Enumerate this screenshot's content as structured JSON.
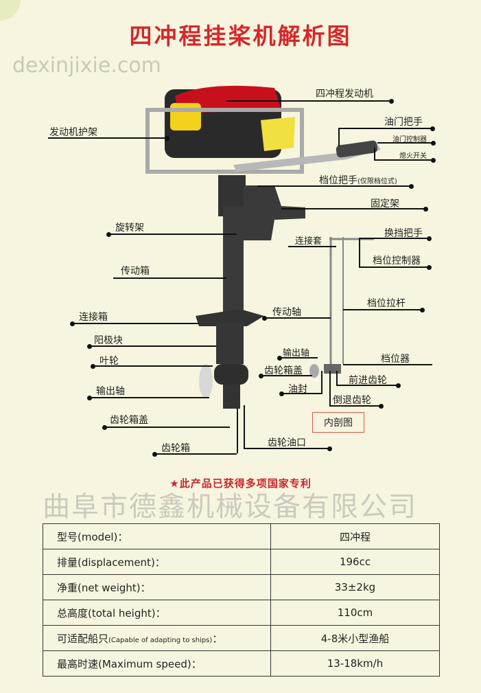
{
  "title": "四冲程挂桨机解析图",
  "labels": {
    "engine": "四冲程发动机",
    "guard": "发动机护架",
    "throttle_handle": "油门把手",
    "throttle_ctrl": "油门控制器",
    "kill_switch": "熄火开关",
    "gear_handle": "档位把手",
    "gear_handle_note": "(仅限档位式)",
    "mount": "固定架",
    "swivel": "旋转架",
    "shift_handle": "换挡把手",
    "coupling_sleeve": "连接套",
    "gear_controller": "档位控制器",
    "drive_box": "传动箱",
    "gear_rod": "档位拉杆",
    "drive_shaft": "传动轴",
    "connect_box": "连接箱",
    "anode": "阳极块",
    "output_shaft_r": "输出轴",
    "gear_shifter": "档位器",
    "propeller": "叶轮",
    "gearbox_cover_r": "齿轮箱盖",
    "forward_gear": "前进齿轮",
    "oil_seal": "油封",
    "output_shaft_l": "输出轴",
    "reverse_gear": "倒退齿轮",
    "cutaway": "内剖图",
    "gearbox_cover_l": "齿轮箱盖",
    "gear_oil_port": "齿轮油口",
    "gearbox": "齿轮箱"
  },
  "watermark": "曲阜市德鑫机械设备有限公司",
  "watermark_url": "dexinjixie.com",
  "patent": "★此产品已获得多项国家专利",
  "specs": [
    {
      "label": "型号(model)：",
      "value": "四冲程"
    },
    {
      "label": "排量(displacement)：",
      "value": "196cc"
    },
    {
      "label": "净重(net weight)：",
      "value": "33±2kg"
    },
    {
      "label": "总高度(total height)：",
      "value": "110cm"
    },
    {
      "label": "可适配船只",
      "label_en": "(Capable of adapting to ships)",
      "label_end": "：",
      "value": "4-8米小型渔船"
    },
    {
      "label": "最高时速(Maximum speed)：",
      "value": "13-18km/h"
    }
  ]
}
